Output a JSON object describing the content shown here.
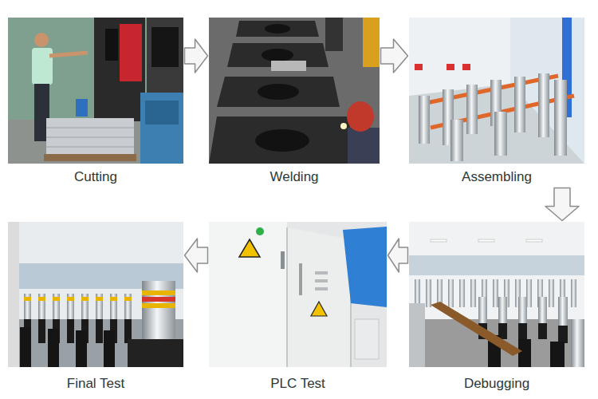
{
  "diagram": {
    "nodes": [
      {
        "text": [
          "Cutting"
        ]
      },
      {
        "text": [
          "Welding"
        ]
      },
      {
        "text": [
          "Assembling"
        ]
      },
      {
        "text": [
          "Final Test"
        ]
      },
      {
        "text": [
          "PLC Test"
        ]
      },
      {
        "text": [
          "Debugging"
        ]
      }
    ],
    "edges": [
      {
        "from": 0,
        "to": 1,
        "arrow": "to"
      },
      {
        "from": 1,
        "to": 2,
        "arrow": "to"
      },
      {
        "from": 2,
        "to": 5,
        "arrow": "to"
      },
      {
        "from": 5,
        "to": 4,
        "arrow": "to"
      },
      {
        "from": 4,
        "to": 3,
        "arrow": "to"
      }
    ]
  }
}
